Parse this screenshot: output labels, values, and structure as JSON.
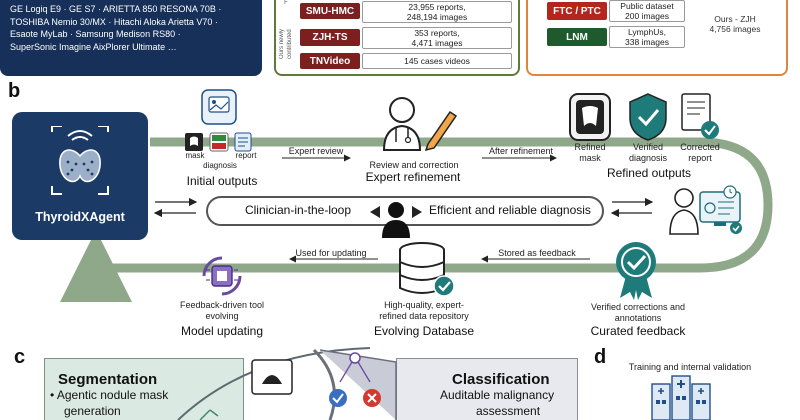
{
  "panel_a": {
    "devices": [
      "GE Logiq E9 · GE S7 · ARIETTA 850 RESONA 70B ·",
      "TOSHIBA Nemio 30/MX · Hitachi Aloka Arietta V70 ·",
      "Esaote MyLab · Samsung Medison RS80 ·",
      "SuperSonic Imagine AixPlorer Ultimate …"
    ],
    "vertical_label": "Ours newly contributed",
    "vertical_label_top": "F",
    "datasets": [
      {
        "name": "SMU-HMC",
        "line1": "23,955 reports,",
        "line2": "248,194 images"
      },
      {
        "name": "ZJH-TS",
        "line1": "353 reports,",
        "line2": "4,471 images"
      },
      {
        "name": "TNVideo",
        "line1": "145 cases videos",
        "line2": ""
      }
    ],
    "public_sets": [
      {
        "name": "FTC / PTC",
        "line1": "Public dataset",
        "line2": "200 images"
      },
      {
        "name": "LNM",
        "line1": "LymphUs,",
        "line2": "338 images"
      }
    ],
    "ours_zjh": [
      "Ours - ZJH",
      "4,756 images"
    ]
  },
  "panel_b": {
    "letter": "b",
    "agent_name": "ThyroidXAgent",
    "initial_outputs": {
      "title": "Initial outputs",
      "items": [
        "mask",
        "diagnosis",
        "report"
      ]
    },
    "expert_review": "Expert review",
    "expert_refinement": {
      "caption": "Review and correction",
      "title": "Expert refinement"
    },
    "after_refinement": "After refinement",
    "refined_outputs": {
      "title": "Refined outputs",
      "items": [
        {
          "l1": "Refined",
          "l2": "mask"
        },
        {
          "l1": "Verified",
          "l2": "diagnosis"
        },
        {
          "l1": "Corrected",
          "l2": "report"
        }
      ]
    },
    "loop_left": "Clinician-in-the-loop",
    "loop_right": "Efficient and reliable diagnosis",
    "used_for_updating": "Used for updating",
    "stored_as_feedback": "Stored as feedback",
    "model_updating": {
      "caption": [
        "Feedback-driven tool",
        "evolving"
      ],
      "title": "Model updating"
    },
    "evolving_db": {
      "caption": [
        "High-quality, expert-",
        "refined data repository"
      ],
      "title": "Evolving Database"
    },
    "curated_feedback": {
      "caption": [
        "Verified corrections and",
        "annotations"
      ],
      "title": "Curated feedback"
    }
  },
  "panel_c": {
    "letter": "c",
    "segmentation": {
      "title": "Segmentation",
      "bullet1": "• Agentic nodule mask",
      "bullet2": "generation"
    },
    "classification": {
      "title": "Classification",
      "bullet1": "Auditable malignancy",
      "bullet2": "assessment"
    }
  },
  "panel_d": {
    "letter": "d",
    "caption": "Training and internal validation"
  },
  "colors": {
    "navy": "#16305a",
    "agent_blue": "#1b3a66",
    "track_green": "#8fa889",
    "maroon": "#7b1f1f",
    "accent_teal": "#1f6b7a"
  }
}
